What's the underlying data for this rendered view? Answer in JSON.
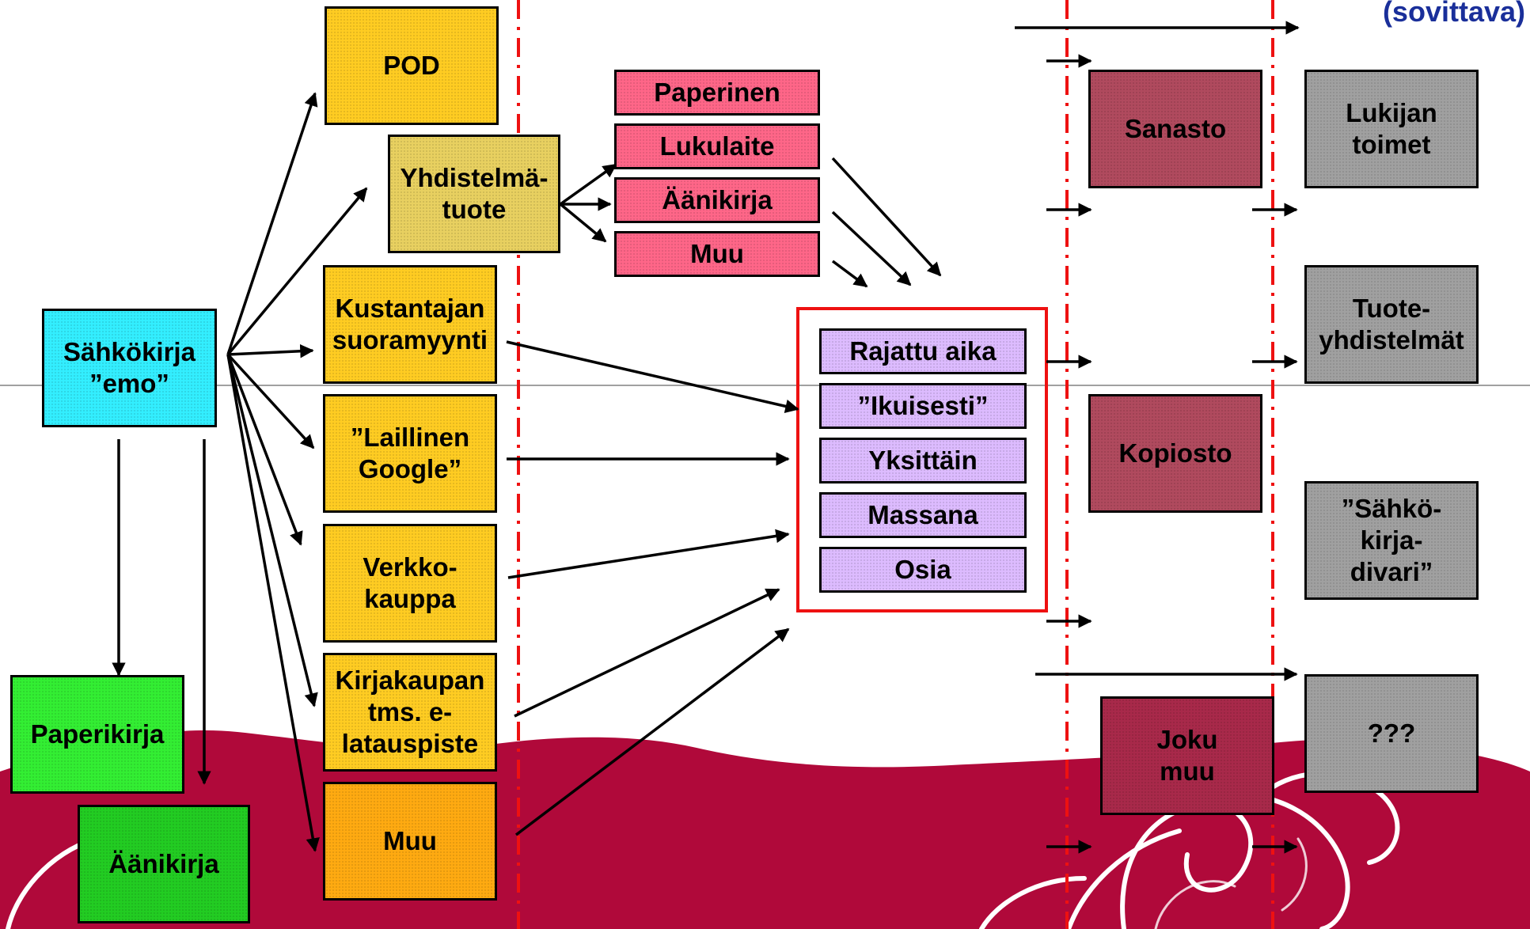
{
  "colors": {
    "background_wave": "#b0093a",
    "divider_dashes": "#ee1111",
    "highlight_frame": "#ee1111",
    "corner_text": "#1a2f9a"
  },
  "corner_label": "(sovittava)",
  "nodes": {
    "emo": "Sähkökirja\n”emo”",
    "paperikirja": "Paperikirja",
    "aanikirja_left": "Äänikirja",
    "pod": "POD",
    "yhdistelma": "Yhdistelmä-\ntuote",
    "kustantajan": "Kustantajan\nsuoramyynti",
    "laillinen": "”Laillinen\nGoogle”",
    "verkko": "Verkko-\nkauppa",
    "kirjakaupan": "Kirjakaupan\ntms. e-\nlatauspiste",
    "muu_channel": "Muu",
    "paperinen": "Paperinen",
    "lukulaite": "Lukulaite",
    "aanikirja_format": "Äänikirja",
    "muu_format": "Muu",
    "rajattu": "Rajattu aika",
    "ikuisesti": "”Ikuisesti”",
    "yksittain": "Yksittäin",
    "massana": "Massana",
    "osia": "Osia",
    "sanasto": "Sanasto",
    "kopiosto": "Kopiosto",
    "joku_muu": "Joku\nmuu",
    "lukijan": "Lukijan\ntoimet",
    "tuote_yhd": "Tuote-\nyhdistelmät",
    "divari": "”Sähkö-\nkirja-\ndivari”",
    "qqq": "???"
  }
}
